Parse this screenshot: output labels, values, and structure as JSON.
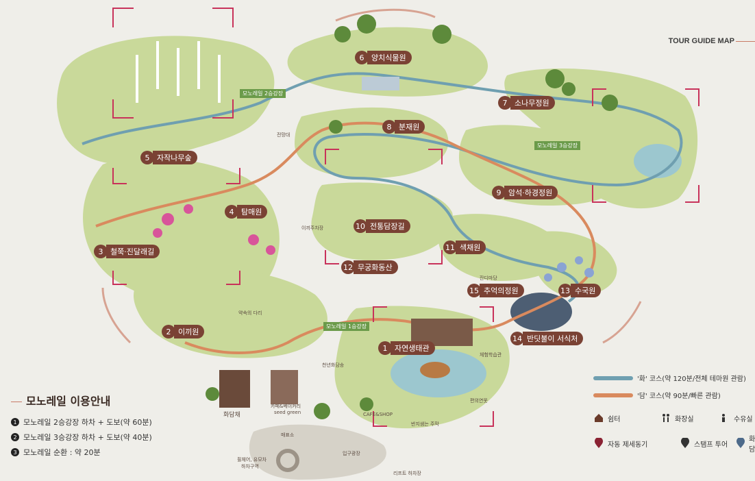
{
  "map": {
    "title": "TOUR GUIDE MAP",
    "areas": [
      {
        "num": "1",
        "name": "자연생태관"
      },
      {
        "num": "2",
        "name": "이끼원"
      },
      {
        "num": "3",
        "name": "철쭉·진달래길"
      },
      {
        "num": "4",
        "name": "탐매원"
      },
      {
        "num": "5",
        "name": "자작나무숲"
      },
      {
        "num": "6",
        "name": "양치식물원"
      },
      {
        "num": "7",
        "name": "소나무정원"
      },
      {
        "num": "8",
        "name": "분재원"
      },
      {
        "num": "9",
        "name": "암석·하경정원"
      },
      {
        "num": "10",
        "name": "전통담장길"
      },
      {
        "num": "11",
        "name": "색채원"
      },
      {
        "num": "12",
        "name": "무궁화동산"
      },
      {
        "num": "13",
        "name": "수국원"
      },
      {
        "num": "14",
        "name": "반딧불이 서식처"
      },
      {
        "num": "15",
        "name": "추억의정원"
      }
    ],
    "stations": {
      "s1": "모노레일 1승강장",
      "s2": "모노레일 2승강장",
      "s3": "모노레일 3승강장"
    },
    "small_labels": {
      "observatory": "전망대",
      "parking": "이끼주차장",
      "jindimadang": "잔디마당",
      "cafe": "카페&베이커리",
      "cafe_en": "seed green",
      "hwadamchae": "화담채",
      "hanok": "천년화담송",
      "cafe_shop": "CAFE&SHOP",
      "pavilion": "반지샘는 주막",
      "ticket": "매표소",
      "entrance": "입구광장",
      "lift": "리프트 하차장",
      "wheelchair": "휠체어, 유모차",
      "wheelchair2": "하차구역",
      "experience": "체험학습관",
      "gift": "편의연못",
      "bridge": "약속의 다리"
    }
  },
  "guide": {
    "title": "모노레일 이용안내",
    "items": [
      {
        "num": "1",
        "text": "모노레일 2승강장 하차 + 도보(약 60분)"
      },
      {
        "num": "2",
        "text": "모노레일 3승강장 하차 + 도보(약 40분)"
      },
      {
        "num": "3",
        "text": "모노레일 순환 : 약 20분"
      }
    ]
  },
  "legend": {
    "course_hwa": "'화' 코스(약 120분/전체 테마원 관람)",
    "course_dam": "'담' 코스(약 90분/빠른 관람)",
    "course_hwa_color": "#6f9fb0",
    "course_dam_color": "#d98a5e",
    "rest": "쉼터",
    "toilet": "화장실",
    "water": "수유실",
    "defib": "자동 제세동기",
    "stamp": "스탬프 투어",
    "photo": "화담"
  }
}
